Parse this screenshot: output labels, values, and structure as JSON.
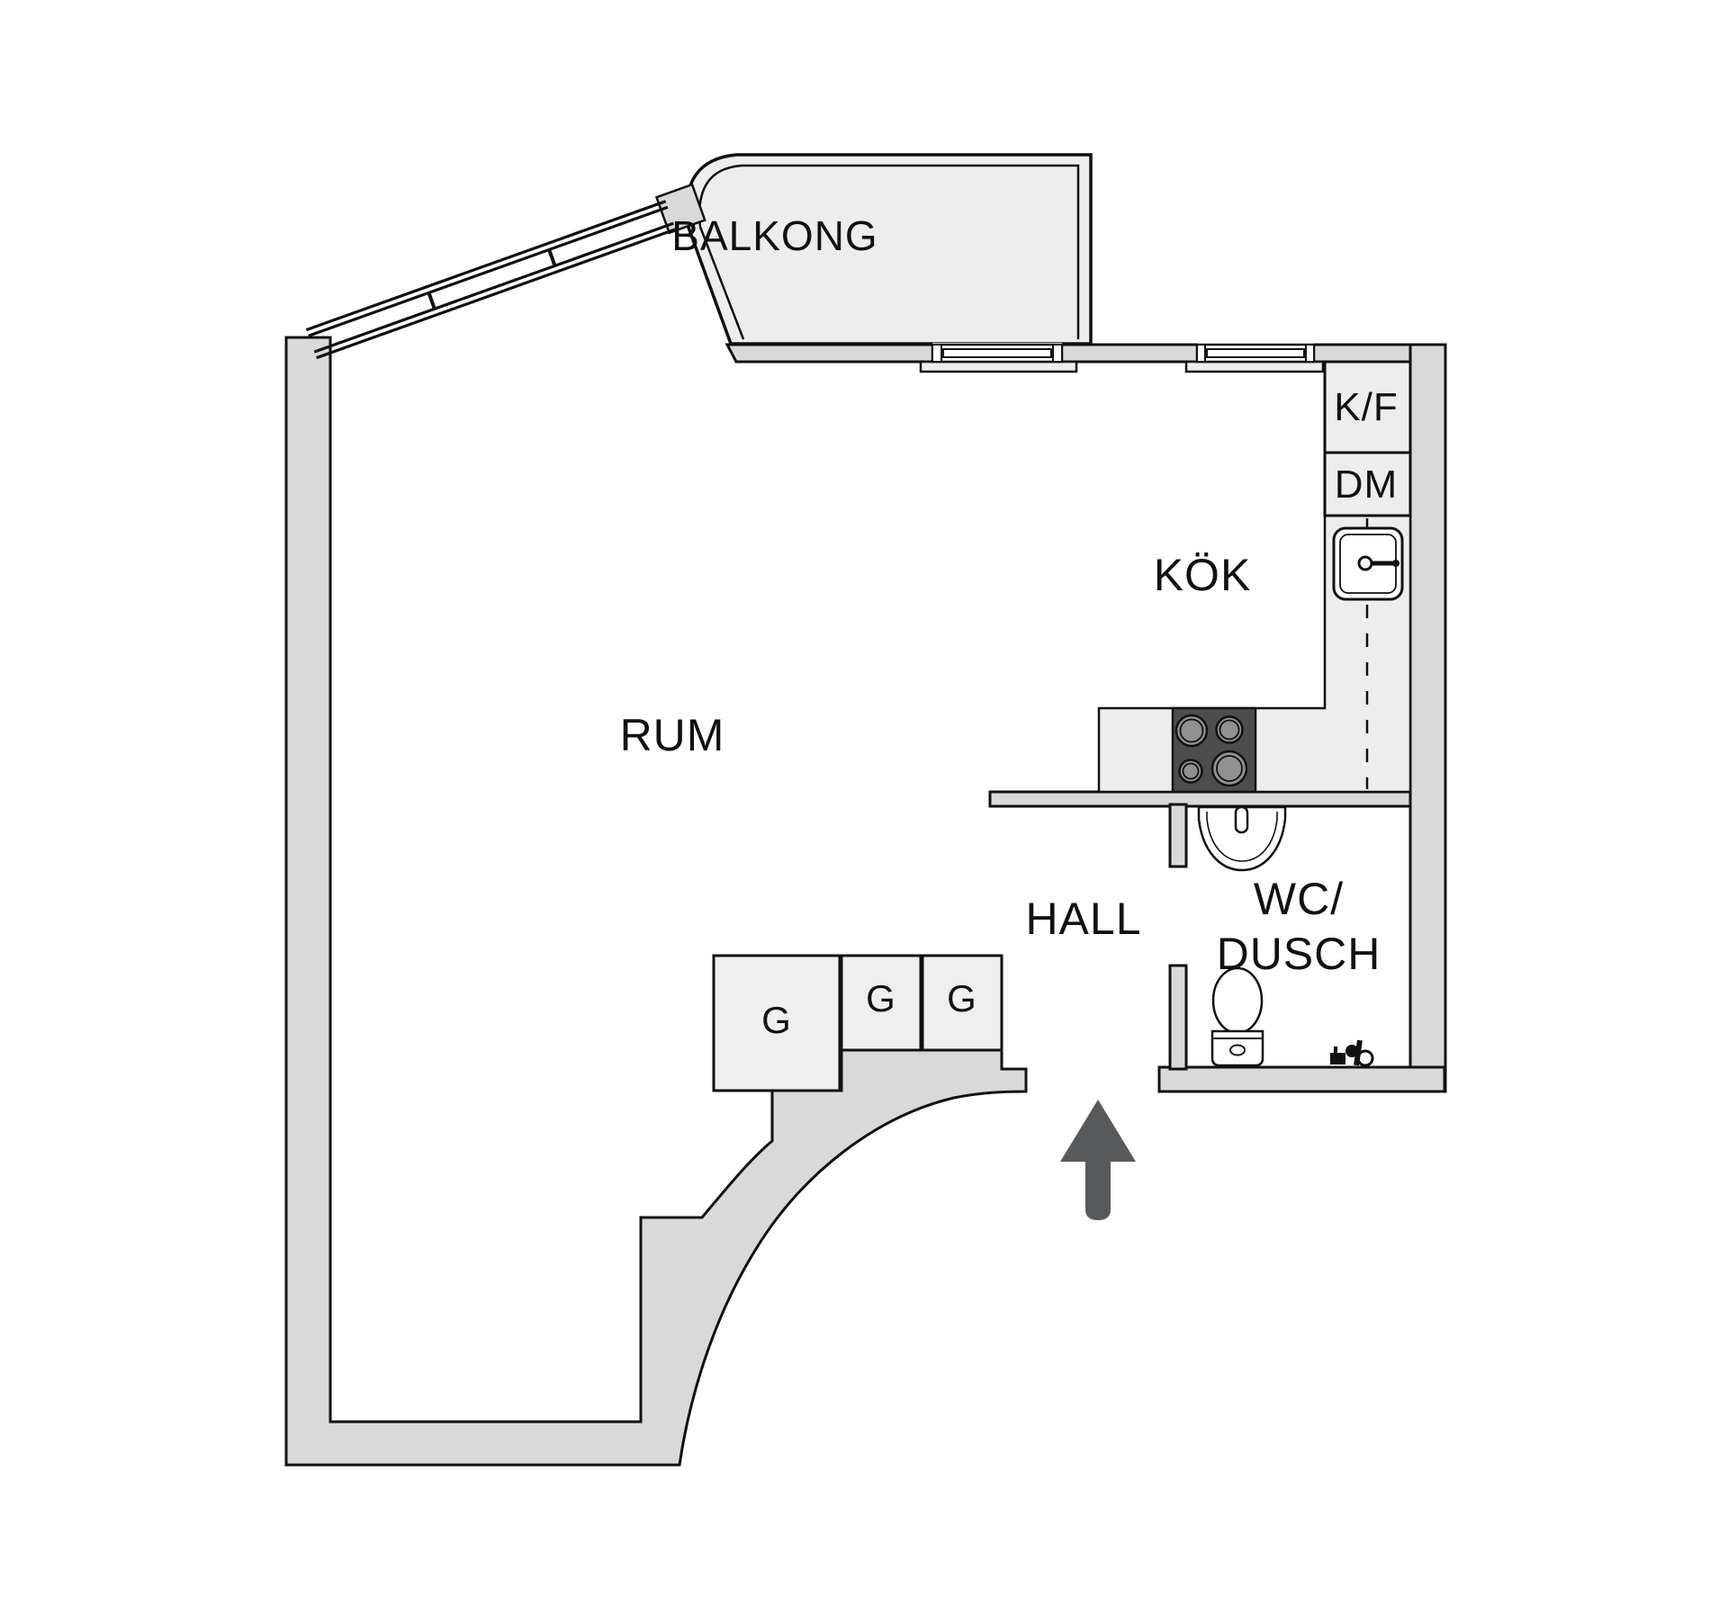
{
  "plan": {
    "type": "apartment-floorplan",
    "rooms": {
      "balcony": "BALKONG",
      "main_room": "RUM",
      "kitchen": "KÖK",
      "hall": "HALL",
      "wc_line1": "WC/",
      "wc_line2": "DUSCH"
    },
    "fixtures": {
      "fridge_freezer": "K/F",
      "dishwasher": "DM",
      "wardrobe": "G"
    },
    "icons": [
      "stove-icon",
      "sink-icon",
      "washbasin-icon",
      "toilet-icon",
      "shower-mixer-icon",
      "entry-arrow-icon",
      "balcony-door-icon",
      "kitchen-window-icon",
      "slanted-window-icon"
    ],
    "colors": {
      "background": "#ffffff",
      "wall_fill": "#d9d9d9",
      "light_fill": "#ededed",
      "outline": "#111111",
      "stove_fill": "#4d4d4d",
      "burner_fill": "#919191",
      "arrow_fill": "#58595b"
    }
  }
}
